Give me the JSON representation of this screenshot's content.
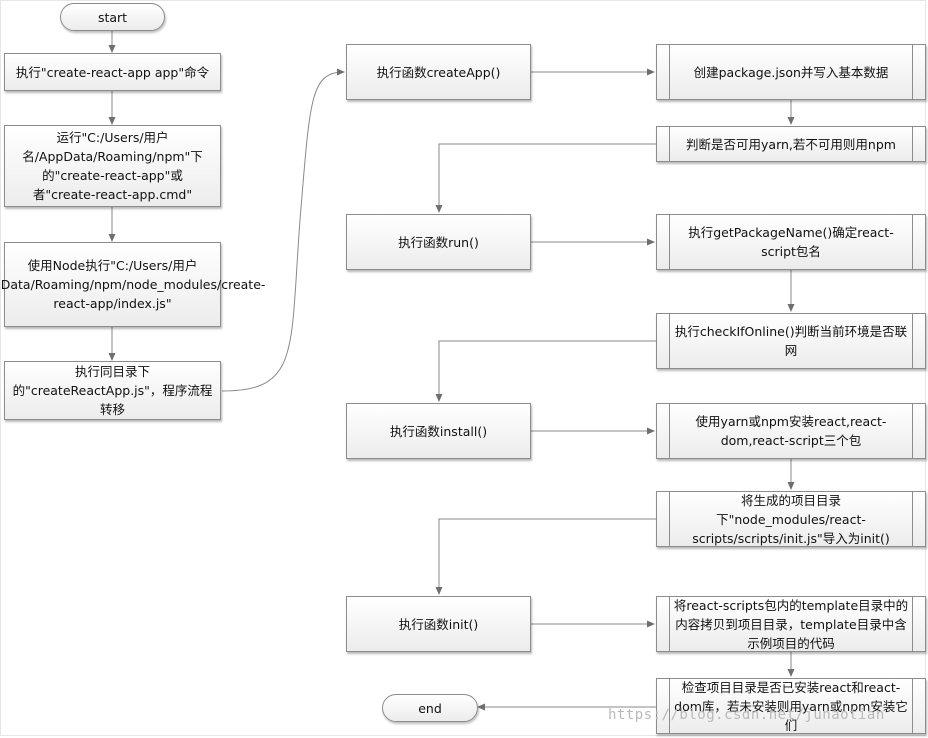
{
  "terminals": {
    "start": "start",
    "end": "end"
  },
  "left_column": [
    "执行\"create-react-app app\"命令",
    "运行\"C:/Users/用户名/AppData/Roaming/npm\"下的\"create-react-app\"或者\"create-react-app.cmd\"",
    "使用Node执行\"C:/Users/用户名/AppData/Roaming/npm/node_modules/create-react-app/index.js\"",
    "执行同目录下的\"createReactApp.js\"，程序流程转移"
  ],
  "middle_column": [
    "执行函数createApp()",
    "执行函数run()",
    "执行函数install()",
    "执行函数init()"
  ],
  "right_column": [
    "创建package.json并写入基本数据",
    "判断是否可用yarn,若不可用则用npm",
    "执行getPackageName()确定react-script包名",
    "执行checkIfOnline()判断当前环境是否联网",
    "使用yarn或npm安装react,react-dom,react-script三个包",
    "将生成的项目目录下\"node_modules/react-scripts/scripts/init.js\"导入为init()",
    "将react-scripts包内的template目录中的内容拷贝到项目目录，template目录中含示例项目的代码",
    "检查项目目录是否已安装react和react-dom库，若未安装则用yarn或npm安装它们"
  ],
  "watermark": "https://blog.csdn.net/junaotian"
}
